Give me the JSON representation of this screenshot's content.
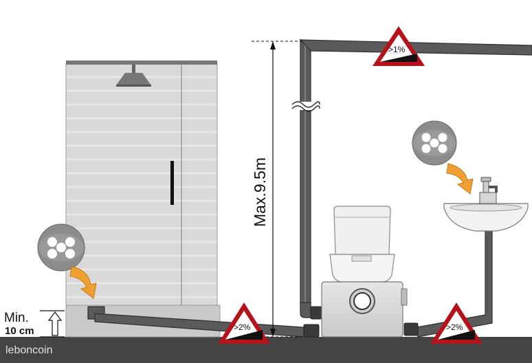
{
  "labels": {
    "max_height": "Max.9.5m",
    "min": "Min.",
    "min_value": "10 cm",
    "slope_top": ">1%",
    "slope_shower": ">2%",
    "slope_sink": ">2%",
    "watermark": "leboncoin"
  },
  "icons": {
    "shower": "shower-head-icon",
    "drain_covers": "drain-cover-icon",
    "flow_arrows": "orange-arrow-icon",
    "warning": "warning-triangle-icon",
    "break": "pipe-break-icon"
  },
  "colors": {
    "pipe": "#5a5a5a",
    "pipe_edge": "#2e2e2e",
    "unit_body": "#d8d8d8",
    "shower_panel": "#dedede",
    "arrow_orange": "#f0a033",
    "triangle_red": "#b5121b",
    "floor": "#444444"
  }
}
